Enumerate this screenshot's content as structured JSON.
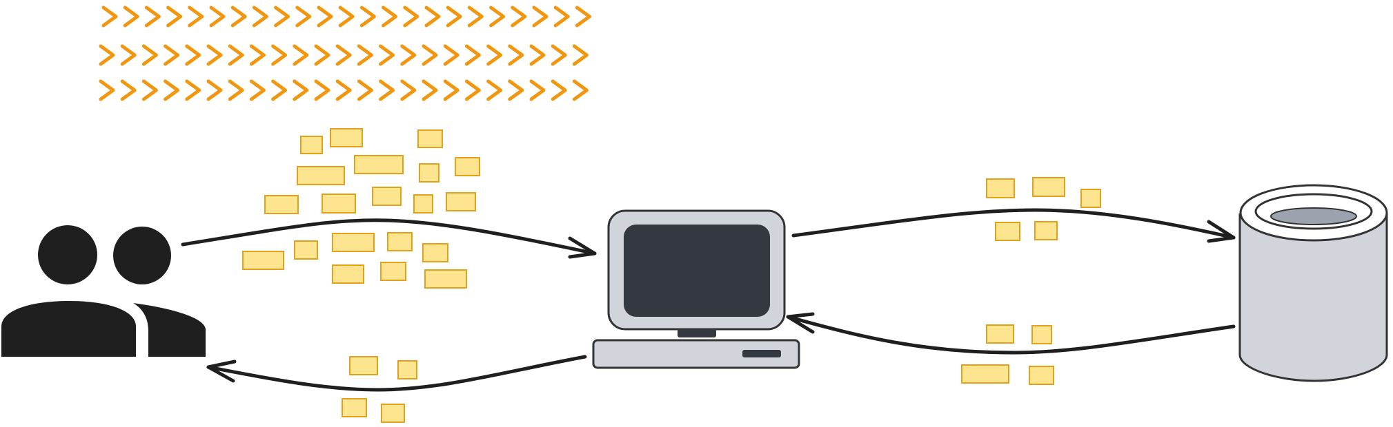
{
  "colors": {
    "background": "#ffffff",
    "users": "#1f1f1f",
    "chevron": "#f0960f",
    "chunk_fill": "#fde48f",
    "chunk_stroke": "#e2a11c",
    "monitor_body": "#d1d5db",
    "screen": "#343841",
    "outline": "#333333",
    "db_body": "#d1d5db",
    "arrow": "#1f1f1f"
  },
  "icons": {
    "users": "users-group-icon",
    "computer": "desktop-computer-icon",
    "database": "database-cylinder-icon",
    "chevrons": "chevron-right-icon"
  },
  "diagram": {
    "nodes": [
      {
        "id": "users",
        "icon": "users-group-icon"
      },
      {
        "id": "computer",
        "icon": "desktop-computer-icon"
      },
      {
        "id": "database",
        "icon": "database-cylinder-icon"
      }
    ],
    "edges": [
      {
        "from": "users",
        "to": "computer",
        "chunks": 20
      },
      {
        "from": "computer",
        "to": "database",
        "chunks": 5
      },
      {
        "from": "database",
        "to": "computer",
        "chunks": 4
      },
      {
        "from": "computer",
        "to": "users",
        "chunks": 4
      }
    ],
    "chevron_rows": 3,
    "chevrons_per_row": 23
  }
}
